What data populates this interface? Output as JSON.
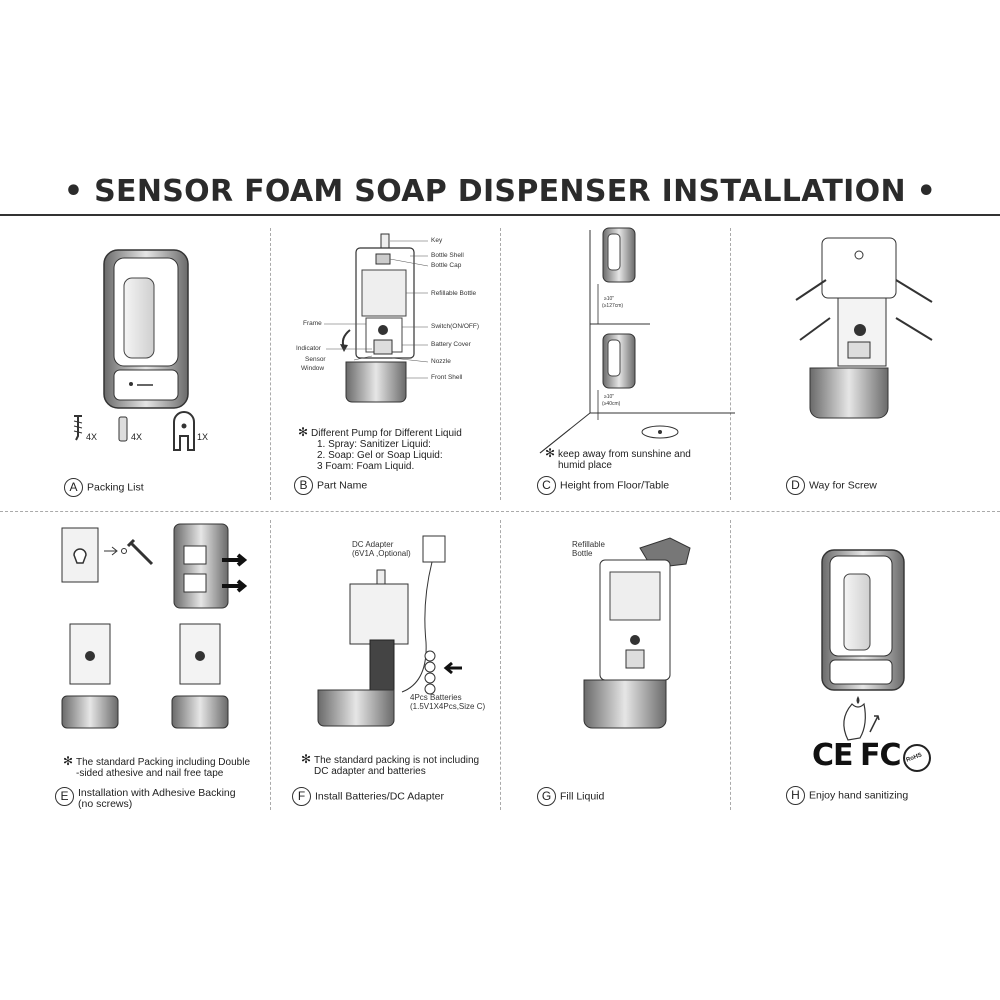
{
  "title": "•  SENSOR FOAM SOAP DISPENSER INSTALLATION  •",
  "panels": {
    "a": {
      "letter": "A",
      "caption": "Packing List",
      "qty_screw": "4X",
      "qty_anchor": "4X",
      "qty_key": "1X"
    },
    "b": {
      "letter": "B",
      "caption": "Part Name",
      "labels": {
        "key": "Key",
        "bottle_shell": "Bottle Shell",
        "bottle_cap": "Bottle Cap",
        "refillable_bottle": "Refillable Bottle",
        "frame": "Frame",
        "switch": "Switch(ON/OFF)",
        "indicator": "Indicator",
        "battery_cover": "Battery Cover",
        "sensor": "Sensor",
        "window": "Window",
        "nozzle": "Nozzle",
        "front_shell": "Front Shell"
      },
      "note_line1": "Different Pump for Different Liquid",
      "note_line2": "1. Spray: Sanitizer Liquid:",
      "note_line3": "2. Soap: Gel or Soap Liquid:",
      "note_line4": "3 Foam: Foam Liquid."
    },
    "c": {
      "letter": "C",
      "caption": "Height from Floor/Table",
      "dim1_a": "≥10\"",
      "dim1_b": "(≥127cm)",
      "dim2_a": "≥10\"",
      "dim2_b": "(≥40cm)",
      "note_line1": "keep away from sunshine and",
      "note_line2": "humid place"
    },
    "d": {
      "letter": "D",
      "caption": "Way  for  Screw"
    },
    "e": {
      "letter": "E",
      "caption_line1": "Installation with Adhesive Backing",
      "caption_line2": "(no screws)",
      "note_line1": "The standard Packing  including Double",
      "note_line2": "-sided athesive and nail free tape"
    },
    "f": {
      "letter": "F",
      "caption": "Install Batteries/DC Adapter",
      "adapter_line1": "DC Adapter",
      "adapter_line2": "(6V1A ,Optional)",
      "battery_line1": "4Pcs Batteries",
      "battery_line2": "(1.5V1X4Pcs,Size C)",
      "note_line1": "The standard packing is not including",
      "note_line2": "DC adapter and batteries"
    },
    "g": {
      "letter": "G",
      "caption": "Fill Liquid",
      "bottle_line1": "Refillable",
      "bottle_line2": "Bottle"
    },
    "h": {
      "letter": "H",
      "caption": "Enjoy hand sanitizing",
      "cert_ce": "CE",
      "cert_fc": "FC",
      "cert_rohs": "RoHS"
    }
  },
  "note_symbol": "✻"
}
